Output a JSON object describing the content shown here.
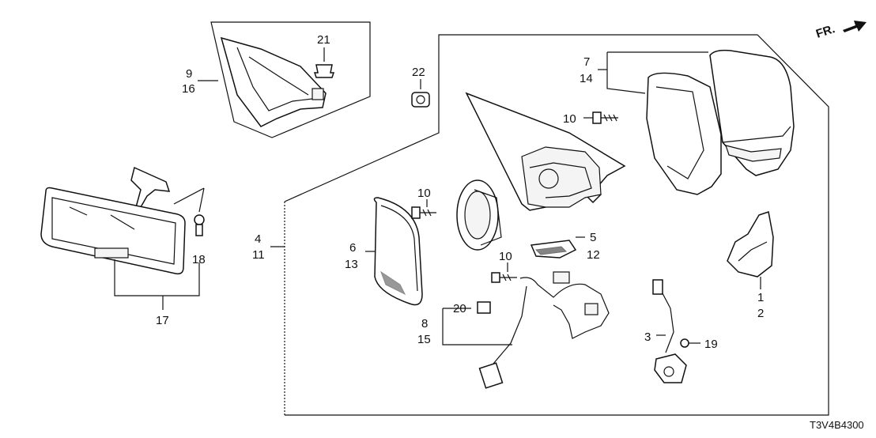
{
  "orientation": {
    "label": "FR."
  },
  "diagram_code": "T3V4B4300",
  "callouts": {
    "c1": "1",
    "c2": "2",
    "c3": "3",
    "c4": "4",
    "c5": "5",
    "c6": "6",
    "c7": "7",
    "c8": "8",
    "c9": "9",
    "c10a": "10",
    "c10b": "10",
    "c10c": "10",
    "c11": "11",
    "c12": "12",
    "c13": "13",
    "c14": "14",
    "c15": "15",
    "c16": "16",
    "c17": "17",
    "c18": "18",
    "c19": "19",
    "c20": "20",
    "c21": "21",
    "c22": "22"
  }
}
